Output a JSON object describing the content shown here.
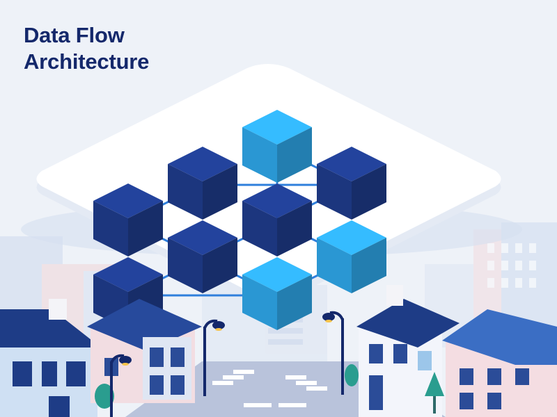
{
  "title": {
    "line1": "Data Flow",
    "line2": "Architecture"
  },
  "colors": {
    "background": "#eef2f8",
    "title": "#14286b",
    "node_dark": "#1f3c8c",
    "node_light": "#2fa8ea",
    "connector": "#2f7fdc",
    "platform": "#ffffff"
  },
  "diagram": {
    "nodes": [
      {
        "id": "n1",
        "row": 0,
        "col": 0,
        "tone": "light"
      },
      {
        "id": "n2",
        "row": 0,
        "col": 1,
        "tone": "dark"
      },
      {
        "id": "n3",
        "row": 1,
        "col": 0,
        "tone": "dark"
      },
      {
        "id": "n4",
        "row": 1,
        "col": 1,
        "tone": "dark"
      },
      {
        "id": "n5",
        "row": 1,
        "col": 2,
        "tone": "light"
      },
      {
        "id": "n6",
        "row": 2,
        "col": 0,
        "tone": "dark"
      },
      {
        "id": "n7",
        "row": 2,
        "col": 1,
        "tone": "dark"
      },
      {
        "id": "n8",
        "row": 2,
        "col": 2,
        "tone": "light"
      },
      {
        "id": "n9",
        "row": 3,
        "col": 1,
        "tone": "dark"
      }
    ],
    "edges": [
      [
        "n1",
        "n2"
      ],
      [
        "n2",
        "n3"
      ],
      [
        "n2",
        "n4"
      ],
      [
        "n1",
        "n4"
      ],
      [
        "n4",
        "n5"
      ],
      [
        "n3",
        "n6"
      ],
      [
        "n4",
        "n7"
      ],
      [
        "n5",
        "n8"
      ],
      [
        "n6",
        "n7"
      ],
      [
        "n7",
        "n8"
      ],
      [
        "n7",
        "n9"
      ],
      [
        "n8",
        "n9"
      ]
    ]
  },
  "scene": {
    "illustration": "isometric-city",
    "icons": [
      "house-icon",
      "street-lamp-icon",
      "tree-icon",
      "crosswalk-icon"
    ]
  }
}
